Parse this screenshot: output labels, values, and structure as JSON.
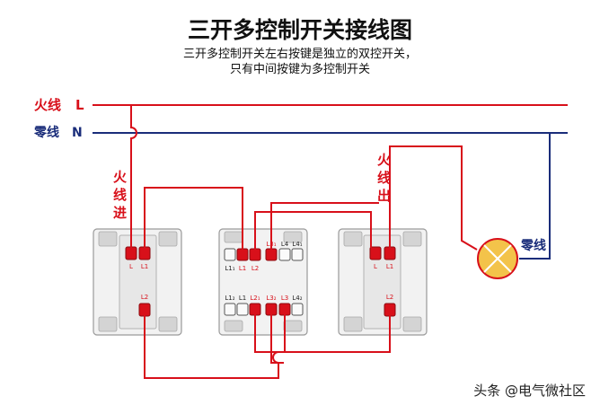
{
  "title": "三开多控制开关接线图",
  "subtitle_line1": "三开多控制开关左右按键是独立的双控开关，",
  "subtitle_line2": "只有中间按键为多控制开关",
  "live_label": "火线",
  "live_letter": "L",
  "neutral_label": "零线",
  "neutral_letter": "N",
  "live_in_label": [
    "火",
    "线",
    "进"
  ],
  "live_out_label": [
    "火",
    "线",
    "出"
  ],
  "lamp_neutral_label": "零线",
  "left_switch": {
    "top_left": "L",
    "top_right": "L1",
    "bottom": "L2"
  },
  "middle_switch": {
    "top": [
      "L1₁",
      "L1",
      "L2",
      "L3₁",
      "L4",
      "L4₁"
    ],
    "bottom": [
      "L1₂",
      "L1",
      "L2₁",
      "L3₂",
      "L3",
      "L4₂"
    ]
  },
  "right_switch": {
    "top_left": "L",
    "top_right": "L1",
    "bottom": "L2"
  },
  "watermark": "头条 @电气微社区",
  "colors": {
    "live": "#d8101a",
    "neutral": "#1a2d7a",
    "lamp": "#f3c34a"
  }
}
